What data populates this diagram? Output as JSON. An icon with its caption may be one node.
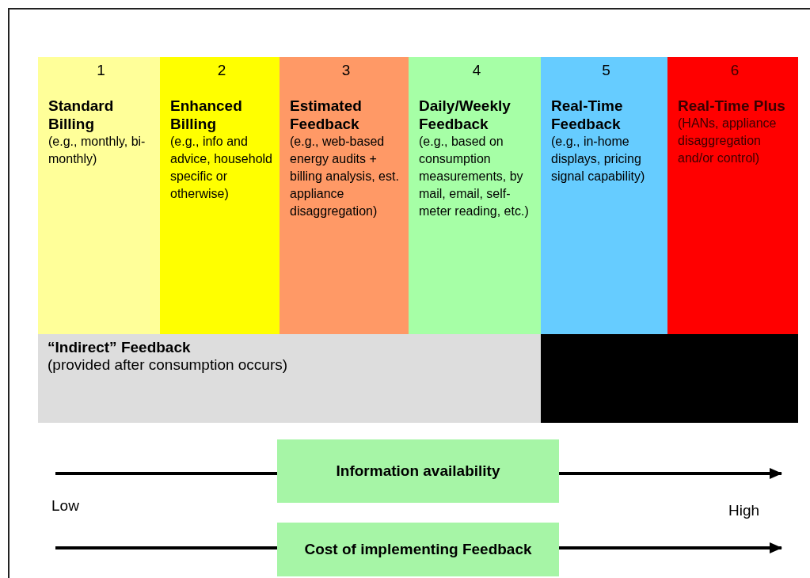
{
  "diagram": {
    "nodes": [
      {
        "text": [
          "1",
          "Standard Billing",
          "(e.g., monthly, bi-monthly)"
        ]
      },
      {
        "text": [
          "2",
          "Enhanced Billing",
          "(e.g., info and advice, household specific or otherwise)"
        ]
      },
      {
        "text": [
          "3",
          "Estimated Feedback",
          "(e.g., web-based energy audits + billing analysis, est. appliance disaggregation)"
        ]
      },
      {
        "text": [
          "4",
          "Daily/Weekly Feedback",
          "(e.g., based on consumption measurements, by mail, email, self-meter reading, etc.)"
        ]
      },
      {
        "text": [
          "5",
          "Real-Time Feedback",
          "(e.g., in-home displays, pricing signal capability)"
        ]
      },
      {
        "text": [
          "6",
          "Real-Time Plus",
          "(HANs, appliance disaggregation and/or control)"
        ]
      },
      {
        "text": [
          "“Indirect” Feedback",
          "(provided after consumption occurs)"
        ]
      },
      {
        "text": [],
        "shape": "box"
      },
      {
        "text": [
          "Information availability"
        ]
      },
      {
        "text": [
          "Cost of implementing Feedback"
        ]
      }
    ],
    "edges": [
      {
        "from": null,
        "to": 8,
        "arrow": "none"
      },
      {
        "from": 8,
        "to": null,
        "arrow": "to"
      },
      {
        "from": null,
        "to": 9,
        "arrow": "none"
      },
      {
        "from": 9,
        "to": null,
        "arrow": "to"
      }
    ],
    "labels": [
      "Low",
      "High"
    ]
  }
}
